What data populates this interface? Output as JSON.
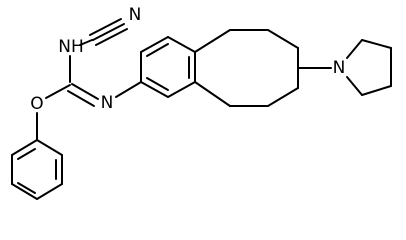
{
  "atom_labels": {
    "nitrile_n": "N",
    "imine_nh": "NH",
    "ether_o": "O",
    "imine_n": "N",
    "pyrrolidine_n": "N"
  }
}
